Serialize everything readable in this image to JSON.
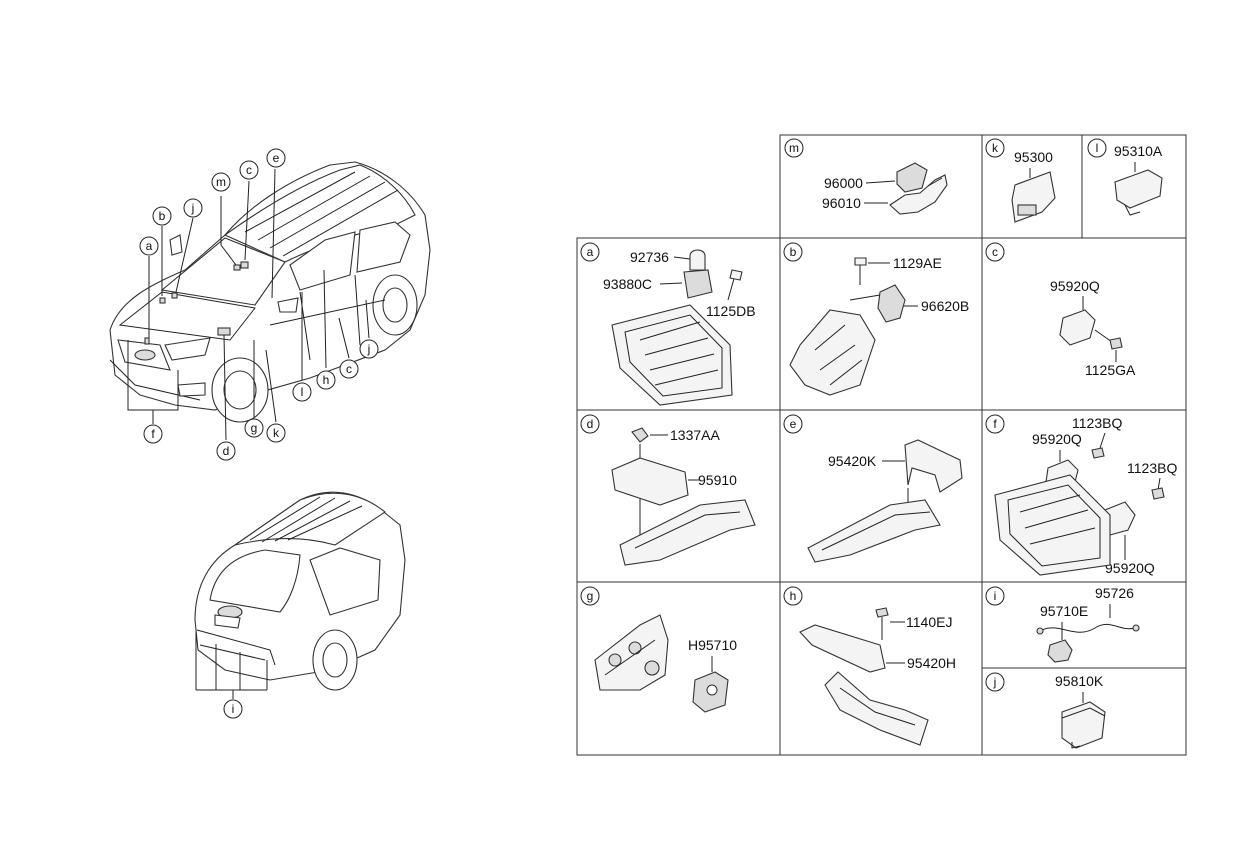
{
  "callouts_front": {
    "a": "a",
    "b": "b",
    "j": "j",
    "m": "m",
    "c": "c",
    "e": "e",
    "l": "l",
    "h": "h",
    "c2": "c",
    "j2": "j",
    "f": "f",
    "d": "d",
    "g": "g",
    "k": "k"
  },
  "callouts_rear": {
    "i": "i"
  },
  "cells": {
    "m": {
      "letter": "m",
      "parts": [
        "96000",
        "96010"
      ]
    },
    "k": {
      "letter": "k",
      "parts": [
        "95300"
      ]
    },
    "l": {
      "letter": "l",
      "parts": [
        "95310A"
      ]
    },
    "a": {
      "letter": "a",
      "parts": [
        "92736",
        "93880C",
        "1125DB"
      ]
    },
    "b": {
      "letter": "b",
      "parts": [
        "1129AE",
        "96620B"
      ]
    },
    "c": {
      "letter": "c",
      "parts": [
        "95920Q",
        "1125GA"
      ]
    },
    "d": {
      "letter": "d",
      "parts": [
        "1337AA",
        "95910"
      ]
    },
    "e": {
      "letter": "e",
      "parts": [
        "95420K"
      ]
    },
    "f": {
      "letter": "f",
      "parts": [
        "1123BQ",
        "95920Q",
        "1123BQ",
        "95920Q"
      ]
    },
    "g": {
      "letter": "g",
      "parts": [
        "H95710"
      ]
    },
    "h": {
      "letter": "h",
      "parts": [
        "1140EJ",
        "95420H"
      ]
    },
    "i": {
      "letter": "i",
      "parts": [
        "95726",
        "95710E"
      ]
    },
    "j": {
      "letter": "j",
      "parts": [
        "95810K"
      ]
    }
  }
}
